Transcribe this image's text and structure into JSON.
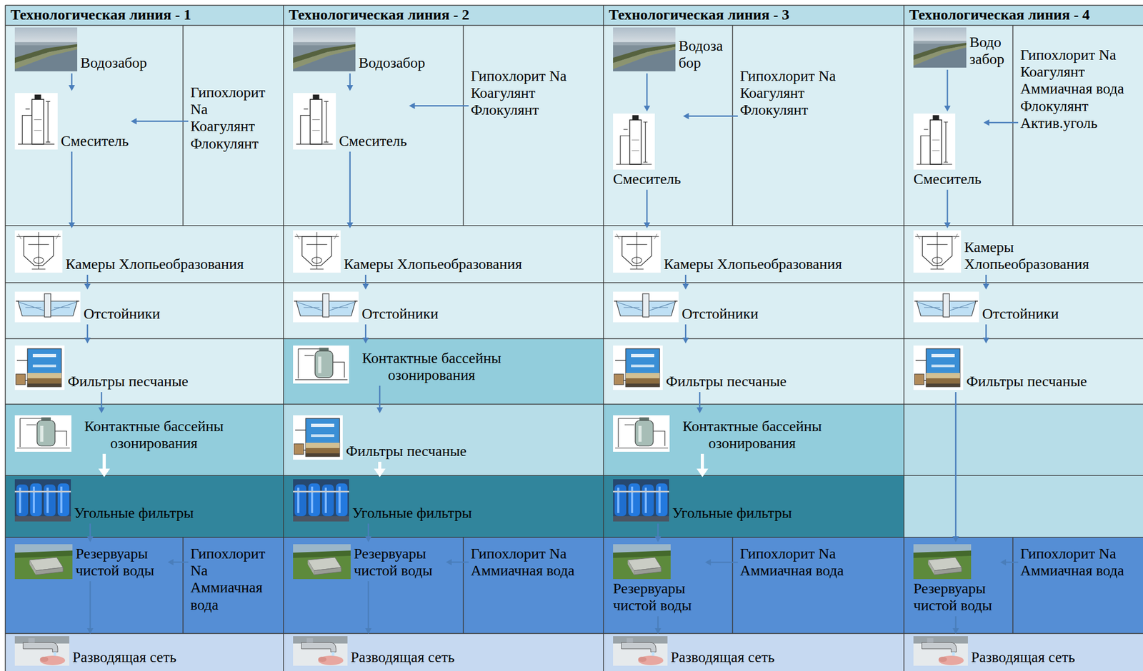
{
  "diagram": {
    "nodes": [
      {
        "text": [
          "Технологическая линия - 1"
        ]
      },
      {
        "text": [
          "Водозабор"
        ],
        "in": 0
      },
      {
        "text": [
          "Смеситель"
        ],
        "in": 0
      },
      {
        "text": [
          "Гипохлорит Na",
          "Коагулянт",
          "Флокулянт"
        ],
        "in": 0
      },
      {
        "text": [
          "Камеры Хлопьеобразования"
        ],
        "in": 0
      },
      {
        "text": [
          "Отстойники"
        ],
        "in": 0
      },
      {
        "text": [
          "Фильтры песчаные"
        ],
        "in": 0
      },
      {
        "text": [
          "Контактные бассейны озонирования"
        ],
        "in": 0
      },
      {
        "text": [
          "Угольные фильтры"
        ],
        "in": 0
      },
      {
        "text": [
          "Резервуары чистой воды"
        ],
        "in": 0
      },
      {
        "text": [
          "Гипохлорит Na",
          "Аммиачная вода"
        ],
        "in": 0
      },
      {
        "text": [
          "Разводящая сеть"
        ],
        "in": 0
      },
      {
        "text": [
          "Технологическая линия - 2"
        ]
      },
      {
        "text": [
          "Водозабор"
        ],
        "in": 12
      },
      {
        "text": [
          "Смеситель"
        ],
        "in": 12
      },
      {
        "text": [
          "Гипохлорит Na",
          "Коагулянт",
          "Флокулянт"
        ],
        "in": 12
      },
      {
        "text": [
          "Камеры Хлопьеобразования"
        ],
        "in": 12
      },
      {
        "text": [
          "Отстойники"
        ],
        "in": 12
      },
      {
        "text": [
          "Контактные бассейны озонирования"
        ],
        "in": 12
      },
      {
        "text": [
          "Фильтры песчаные"
        ],
        "in": 12
      },
      {
        "text": [
          "Угольные фильтры"
        ],
        "in": 12
      },
      {
        "text": [
          "Резервуары чистой воды"
        ],
        "in": 12
      },
      {
        "text": [
          "Гипохлорит Na",
          "Аммиачная вода"
        ],
        "in": 12
      },
      {
        "text": [
          "Разводящая сеть"
        ],
        "in": 12
      },
      {
        "text": [
          "Технологическая линия - 3"
        ]
      },
      {
        "text": [
          "Водозабор"
        ],
        "in": 24
      },
      {
        "text": [
          "Смеситель"
        ],
        "in": 24
      },
      {
        "text": [
          "Гипохлорит Na",
          "Коагулянт",
          "Флокулянт"
        ],
        "in": 24
      },
      {
        "text": [
          "Камеры Хлопьеобразования"
        ],
        "in": 24
      },
      {
        "text": [
          "Отстойники"
        ],
        "in": 24
      },
      {
        "text": [
          "Фильтры песчаные"
        ],
        "in": 24
      },
      {
        "text": [
          "Контактные бассейны озонирования"
        ],
        "in": 24
      },
      {
        "text": [
          "Угольные фильтры"
        ],
        "in": 24
      },
      {
        "text": [
          "Резервуары чистой воды"
        ],
        "in": 24
      },
      {
        "text": [
          "Гипохлорит Na",
          "Аммиачная вода"
        ],
        "in": 24
      },
      {
        "text": [
          "Разводящая сеть"
        ],
        "in": 24
      },
      {
        "text": [
          "Технологическая линия - 4"
        ]
      },
      {
        "text": [
          "Водозабор"
        ],
        "in": 36
      },
      {
        "text": [
          "Смеситель"
        ],
        "in": 36
      },
      {
        "text": [
          "Гипохлорит Na",
          "Коагулянт",
          "Аммиачная вода",
          "Флокулянт",
          "Актив.уголь"
        ],
        "in": 36
      },
      {
        "text": [
          "Камеры Хлопьеобразования"
        ],
        "in": 36
      },
      {
        "text": [
          "Отстойники"
        ],
        "in": 36
      },
      {
        "text": [
          "Фильтры песчаные"
        ],
        "in": 36
      },
      {
        "text": [
          "Резервуары чистой воды"
        ],
        "in": 36
      },
      {
        "text": [
          "Гипохлорит Na",
          "Аммиачная вода"
        ],
        "in": 36
      },
      {
        "text": [
          "Разводящая сеть"
        ],
        "in": 36
      }
    ],
    "edges": [
      {
        "from": 1,
        "to": 2,
        "arrow": "to"
      },
      {
        "from": 3,
        "to": 2,
        "arrow": "to"
      },
      {
        "from": 2,
        "to": 4,
        "arrow": "to"
      },
      {
        "from": 4,
        "to": 5,
        "arrow": "to"
      },
      {
        "from": 5,
        "to": 6,
        "arrow": "to"
      },
      {
        "from": 6,
        "to": 7,
        "arrow": "to"
      },
      {
        "from": 7,
        "to": 8,
        "arrow": "to"
      },
      {
        "from": 8,
        "to": 9,
        "arrow": "to"
      },
      {
        "from": 10,
        "to": 9,
        "arrow": "to"
      },
      {
        "from": 9,
        "to": 11,
        "arrow": "to"
      },
      {
        "from": 13,
        "to": 14,
        "arrow": "to"
      },
      {
        "from": 15,
        "to": 14,
        "arrow": "to"
      },
      {
        "from": 14,
        "to": 16,
        "arrow": "to"
      },
      {
        "from": 16,
        "to": 17,
        "arrow": "to"
      },
      {
        "from": 17,
        "to": 18,
        "arrow": "to"
      },
      {
        "from": 18,
        "to": 19,
        "arrow": "to"
      },
      {
        "from": 19,
        "to": 20,
        "arrow": "to"
      },
      {
        "from": 20,
        "to": 21,
        "arrow": "to"
      },
      {
        "from": 22,
        "to": 21,
        "arrow": "to"
      },
      {
        "from": 21,
        "to": 23,
        "arrow": "to"
      },
      {
        "from": 25,
        "to": 26,
        "arrow": "to"
      },
      {
        "from": 27,
        "to": 26,
        "arrow": "to"
      },
      {
        "from": 26,
        "to": 28,
        "arrow": "to"
      },
      {
        "from": 28,
        "to": 29,
        "arrow": "to"
      },
      {
        "from": 29,
        "to": 30,
        "arrow": "to"
      },
      {
        "from": 30,
        "to": 31,
        "arrow": "to"
      },
      {
        "from": 31,
        "to": 32,
        "arrow": "to"
      },
      {
        "from": 32,
        "to": 33,
        "arrow": "to"
      },
      {
        "from": 34,
        "to": 33,
        "arrow": "to"
      },
      {
        "from": 33,
        "to": 35,
        "arrow": "to"
      },
      {
        "from": 37,
        "to": 38,
        "arrow": "to"
      },
      {
        "from": 39,
        "to": 38,
        "arrow": "to"
      },
      {
        "from": 38,
        "to": 40,
        "arrow": "to"
      },
      {
        "from": 40,
        "to": 41,
        "arrow": "to"
      },
      {
        "from": 41,
        "to": 42,
        "arrow": "to"
      },
      {
        "from": 42,
        "to": 43,
        "arrow": "to"
      },
      {
        "from": 44,
        "to": 43,
        "arrow": "to"
      },
      {
        "from": 43,
        "to": 45,
        "arrow": "to"
      }
    ]
  }
}
